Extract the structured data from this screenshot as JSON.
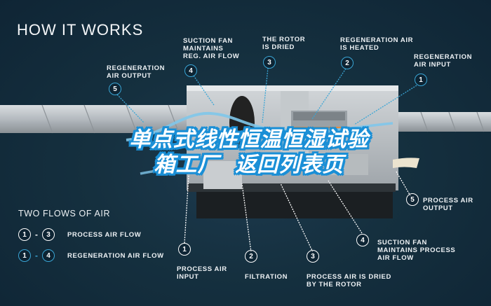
{
  "header": {
    "title": "HOW IT WORKS"
  },
  "overlay": {
    "line1": "单点式线性恒温恒湿试验",
    "line2": "箱工厂  返回列表页"
  },
  "top_callouts": [
    {
      "num": "5",
      "text": "REGENERATION\nAIR OUTPUT"
    },
    {
      "num": "4",
      "text": "SUCTION FAN\nMAINTAINS\nREG. AIR FLOW"
    },
    {
      "num": "3",
      "text": "THE ROTOR\nIS DRIED"
    },
    {
      "num": "2",
      "text": "REGENERATION AIR\nIS HEATED"
    },
    {
      "num": "1",
      "text": "REGENERATION\nAIR INPUT"
    }
  ],
  "bottom_callouts": [
    {
      "num": "1",
      "text": "PROCESS AIR\nINPUT"
    },
    {
      "num": "2",
      "text": "FILTRATION"
    },
    {
      "num": "3",
      "text": "PROCESS AIR IS DRIED\nBY THE ROTOR"
    },
    {
      "num": "4",
      "text": "SUCTION FAN\nMAINTAINS PROCESS\nAIR FLOW"
    },
    {
      "num": "5",
      "text": "PROCESS AIR\nOUTPUT"
    }
  ],
  "legend": {
    "title": "TWO FLOWS OF AIR",
    "rows": [
      {
        "from": "1",
        "to": "3",
        "label": "PROCESS AIR FLOW",
        "color": "#ffffff"
      },
      {
        "from": "1",
        "to": "4",
        "label": "REGENERATION AIR FLOW",
        "color": "#3aa6d6"
      }
    ]
  },
  "colors": {
    "background": "#15303f",
    "regen_accent": "#3aa6d6",
    "overlay_stroke": "#1a8fd6",
    "heated": "#e88a3a"
  }
}
